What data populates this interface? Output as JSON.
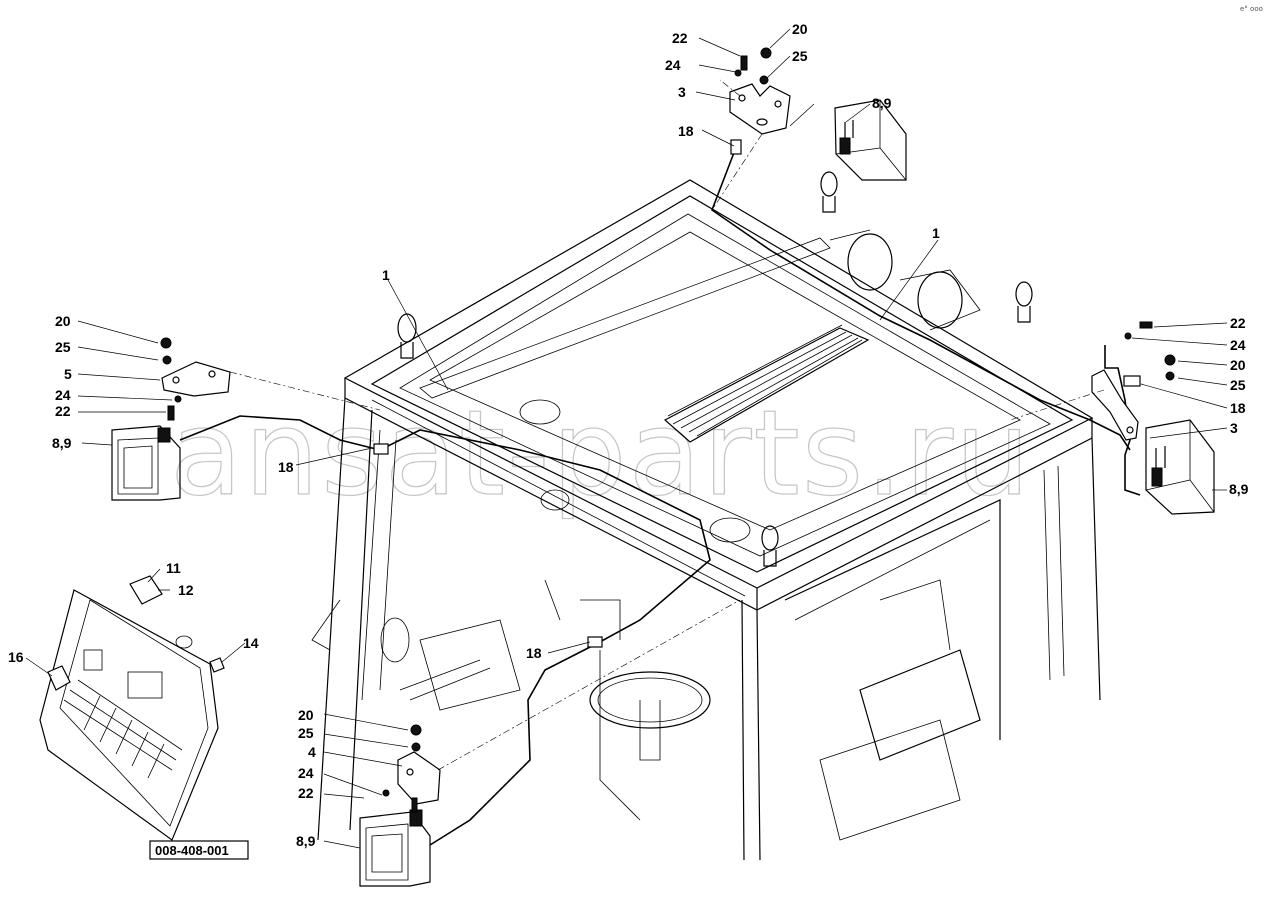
{
  "diagram": {
    "reference_number": "008-408-001",
    "watermark": "ansat-parts.ru",
    "corner_mark": "e° ooo",
    "callouts": {
      "c1a": "1",
      "c1b": "1",
      "c3a": "3",
      "c3b": "3",
      "c4": "4",
      "c5": "5",
      "c89a": "8,9",
      "c89b": "8,9",
      "c89c": "8,9",
      "c89d": "8,9",
      "c11": "11",
      "c12": "12",
      "c14": "14",
      "c16": "16",
      "c18a": "18",
      "c18b": "18",
      "c18c": "18",
      "c18d": "18",
      "c20a": "20",
      "c20b": "20",
      "c20c": "20",
      "c20d": "20",
      "c22a": "22",
      "c22b": "22",
      "c22c": "22",
      "c22d": "22",
      "c24a": "24",
      "c24b": "24",
      "c24c": "24",
      "c24d": "24",
      "c25a": "25",
      "c25b": "25",
      "c25c": "25",
      "c25d": "25"
    }
  }
}
